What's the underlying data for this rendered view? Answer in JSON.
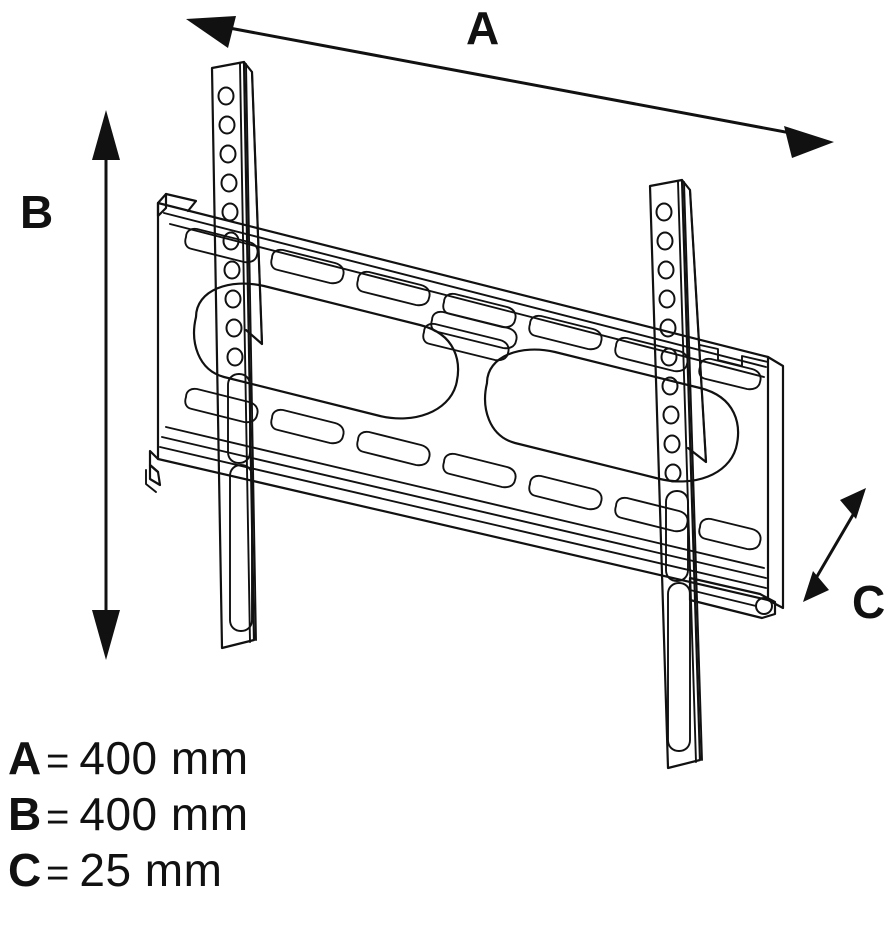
{
  "diagram": {
    "title": "TV wall mount bracket dimension drawing",
    "type": "technical-line-drawing",
    "background_color": "#ffffff",
    "line_color": "#111111",
    "dimension_labels": {
      "a": "A",
      "b": "B",
      "c": "C"
    },
    "parts": {
      "wall_plate": "wall-plate",
      "left_rail": "left-vertical-rail",
      "right_rail": "right-vertical-rail",
      "lock_tab": "safety-lock-tab"
    }
  },
  "legend": {
    "rows": [
      {
        "key": "A",
        "eq": "=",
        "value": "400 mm"
      },
      {
        "key": "B",
        "eq": "=",
        "value": "400 mm"
      },
      {
        "key": "C",
        "eq": "=",
        "value": "25 mm"
      }
    ]
  }
}
